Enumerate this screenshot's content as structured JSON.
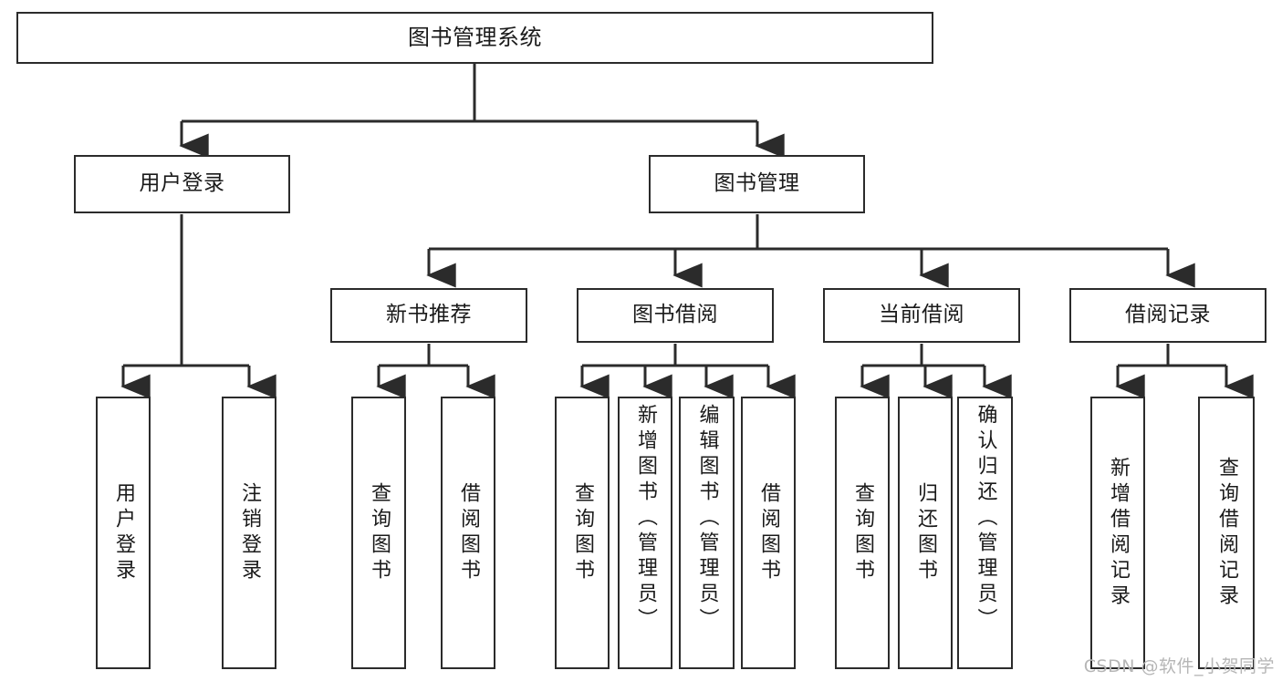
{
  "diagram": {
    "title": "图书管理系统",
    "type": "hierarchy-tree",
    "watermark": "CSDN @软件_小贺同学",
    "colors": {
      "box_border": "#2b2b2b",
      "box_fill": "#ffffff",
      "edge": "#2b2b2b",
      "text": "#1a1a1a",
      "watermark": "#b6b6b6"
    },
    "levels": {
      "root": {
        "label": "图书管理系统"
      },
      "level2": [
        {
          "label": "用户登录"
        },
        {
          "label": "图书管理"
        }
      ],
      "level3": [
        {
          "label": "新书推荐"
        },
        {
          "label": "图书借阅"
        },
        {
          "label": "当前借阅"
        },
        {
          "label": "借阅记录"
        }
      ],
      "leaves": {
        "user_login": [
          {
            "label": "用户登录"
          },
          {
            "label": "注销登录"
          }
        ],
        "new_book_recommend": [
          {
            "label": "查询图书"
          },
          {
            "label": "借阅图书"
          }
        ],
        "book_borrow": [
          {
            "label": "查询图书"
          },
          {
            "label": "新增图书（管理员）"
          },
          {
            "label": "编辑图书（管理员）"
          },
          {
            "label": "借阅图书"
          }
        ],
        "current_borrow": [
          {
            "label": "查询图书"
          },
          {
            "label": "归还图书"
          },
          {
            "label": "确认归还（管理员）"
          }
        ],
        "borrow_record": [
          {
            "label": "新增借阅记录"
          },
          {
            "label": "查询借阅记录"
          }
        ]
      }
    }
  }
}
